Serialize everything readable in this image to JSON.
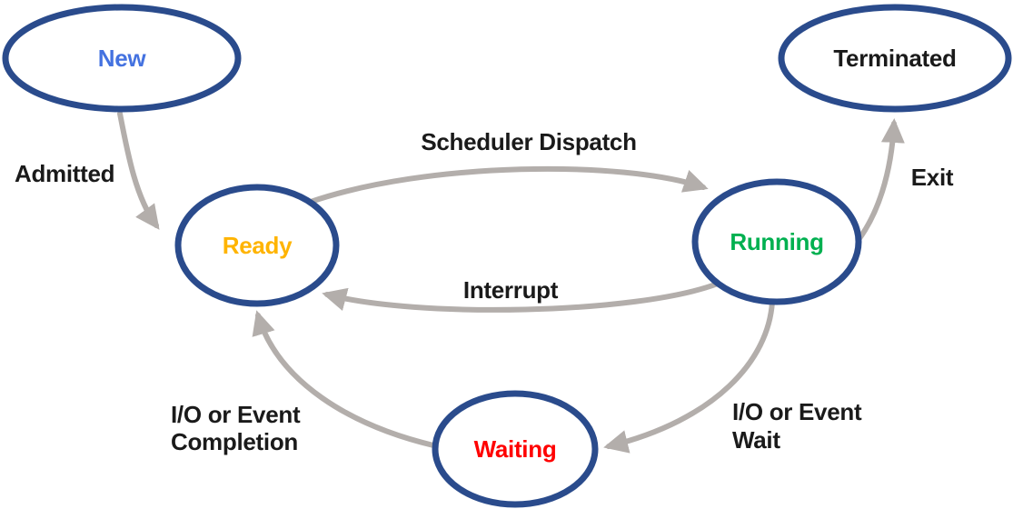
{
  "states": {
    "new": {
      "label": "New",
      "color": "#4472e0"
    },
    "terminated": {
      "label": "Terminated",
      "color": "#1a1a1a"
    },
    "ready": {
      "label": "Ready",
      "color": "#ffb400"
    },
    "running": {
      "label": "Running",
      "color": "#00b050"
    },
    "waiting": {
      "label": "Waiting",
      "color": "#ff0000"
    }
  },
  "transitions": {
    "admitted": {
      "from": "New",
      "to": "Ready",
      "label": "Admitted"
    },
    "scheduler_dispatch": {
      "from": "Ready",
      "to": "Running",
      "label": "Scheduler Dispatch"
    },
    "interrupt": {
      "from": "Running",
      "to": "Ready",
      "label": "Interrupt"
    },
    "exit": {
      "from": "Running",
      "to": "Terminated",
      "label": "Exit"
    },
    "io_wait": {
      "from": "Running",
      "to": "Waiting",
      "label": "I/O or Event Wait",
      "lines": {
        "0": "I/O or Event",
        "1": "Wait"
      }
    },
    "io_completion": {
      "from": "Waiting",
      "to": "Ready",
      "label": "I/O or Event Completion",
      "lines": {
        "0": "I/O or Event",
        "1": "Completion"
      }
    }
  },
  "colors": {
    "node_border": "#2a4b8c",
    "node_fill": "#ffffff",
    "arrow": "#b3aeab",
    "label_text": "#1a1a1a",
    "background": "#ffffff"
  }
}
